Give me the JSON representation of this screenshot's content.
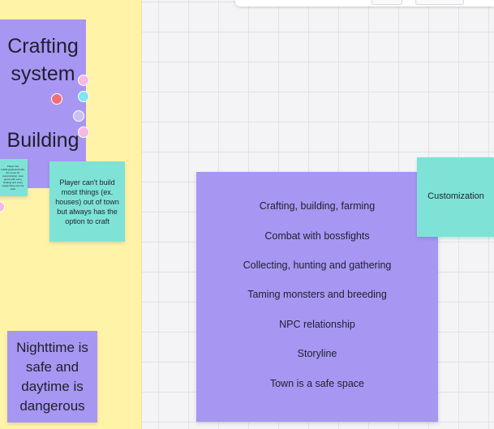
{
  "board": {
    "notes": {
      "crafting": {
        "line1": "Crafting",
        "line2": "system"
      },
      "building": {
        "label": "Building"
      },
      "tiny": {
        "text": "Player has buildings/plants/crafts, the tunes for customization, town grows with every building and every single thing over the town"
      },
      "player": {
        "text": "Player can't build most things (ex. houses) out of town but always has the option to craft"
      },
      "night": {
        "text": "Nighttime is safe and daytime is dangerous"
      },
      "customization": {
        "text": "Customization"
      }
    },
    "feature_list": [
      "Crafting, building, farming",
      "Combat with bossfights",
      "Collecting, hunting and gathering",
      "Taming monsters and breeding",
      "NPC relationship",
      "Storyline",
      "Town is a safe space"
    ]
  },
  "colors": {
    "frame_yellow": "#fff3a8",
    "sticky_purple": "#a797f2",
    "sticky_teal": "#7ee3d6",
    "connector_pink": "#f7b8e6",
    "connector_salmon": "#ef6f78",
    "connector_cyan": "#7fe6f2",
    "connector_lavender": "#c9c1f5"
  },
  "icons": [
    "connector-dot-icon"
  ]
}
